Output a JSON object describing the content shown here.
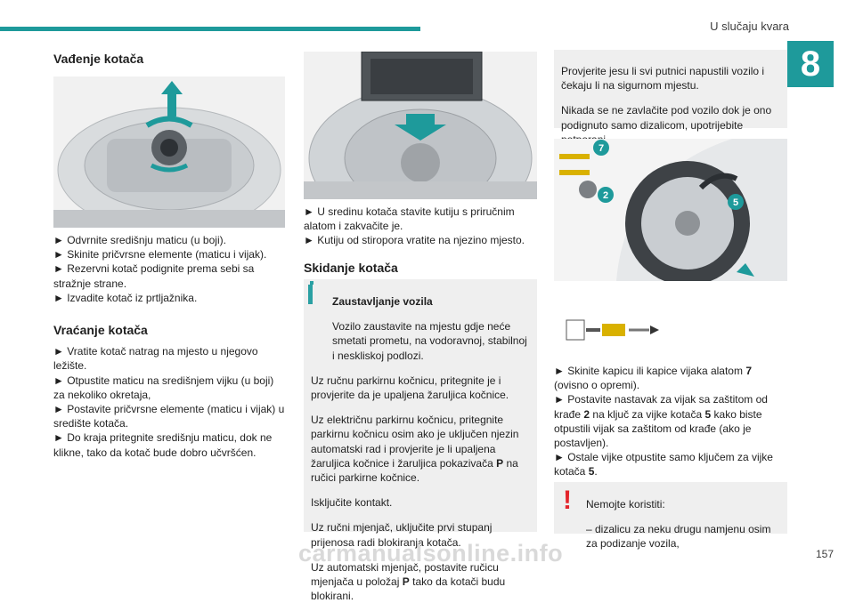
{
  "header": {
    "title": "U slučaju kvara",
    "chapter_number": "8",
    "page_number": "157"
  },
  "col1": {
    "heading_removal": "Vađenje kotača",
    "steps_removal": [
      "► Odvrnite središnju maticu (u boji).",
      "► Skinite pričvrsne elemente (maticu i vijak).",
      "► Rezervni kotač podignite prema sebi sa stražnje strane.",
      "► Izvadite kotač iz prtljažnika."
    ],
    "heading_return": "Vraćanje kotača",
    "steps_return": [
      "► Vratite kotač natrag na mjesto u njegovo ležište.",
      "► Otpustite maticu na središnjem vijku (u boji) za nekoliko okretaja,",
      "► Postavite pričvrsne elemente (maticu i vijak) u središte kotača.",
      "► Do kraja pritegnite središnju maticu, dok ne klikne, tako da kotač bude dobro učvršćen."
    ]
  },
  "col2": {
    "steps_top": [
      "► U sredinu kotača stavite kutiju s priručnim alatom i zakvačite je.",
      "► Kutiju od stiropora vratite na njezino mjesto."
    ],
    "heading_remove_wheel": "Skidanje kotača",
    "info_title": "Zaustavljanje vozila",
    "info_lines": [
      "Vozilo zaustavite na mjestu gdje neće smetati prometu, na vodoravnoj, stabilnoj i neskliskoj podlozi.",
      "Uz ručnu parkirnu kočnicu, pritegnite je i provjerite da je upaljena žaruljica kočnice.",
      "Uz električnu parkirnu kočnicu, pritegnite parkirnu kočnicu osim ako je uključen njezin automatski rad i provjerite je li upaljena žaruljica kočnice i žaruljica pokazivača",
      "ručici parkirne kočnice.",
      "Isključite kontakt.",
      "Uz ručni mjenjač, uključite prvi stupanj prijenosa radi blokiranja kotača.",
      "Uz automatski mjenjač, postavite ručicu mjenjača u položaj",
      "tako da kotači budu blokirani."
    ],
    "bold_P": "P",
    "suffix_na": "na"
  },
  "col3": {
    "note_lines": [
      "Provjerite jesu li svi putnici napustili vozilo i čekaju li na sigurnom mjestu.",
      "Nikada se ne zavlačite pod vozilo dok je ono podignuto samo dizalicom, upotrijebite potporanj."
    ],
    "callouts": [
      "7",
      "2",
      "5"
    ],
    "steps_a": "► Skinite kapicu ili kapice vijaka alatom",
    "steps_a_num": "7",
    "steps_a_tail": "(ovisno o opremi).",
    "steps_b": "► Postavite nastavak za vijak sa zaštitom od krađe",
    "steps_b_num": "2",
    "steps_b_mid": "na ključ za vijke kotača",
    "steps_b_num2": "5",
    "steps_b_tail": "kako biste otpustili vijak sa zaštitom od krađe (ako je postavljen).",
    "steps_c": "► Ostale vijke otpustite samo ključem za vijke kotača",
    "steps_c_num": "5",
    "warn_title": "Nemojte koristiti:",
    "warn_lines": [
      "– dizalicu za neku drugu namjenu osim za podizanje vozila,"
    ]
  },
  "watermark": "carmanualsonline.info",
  "colors": {
    "teal": "#1e9a9b",
    "note_bg": "#efefef",
    "warn": "#e3242b"
  }
}
